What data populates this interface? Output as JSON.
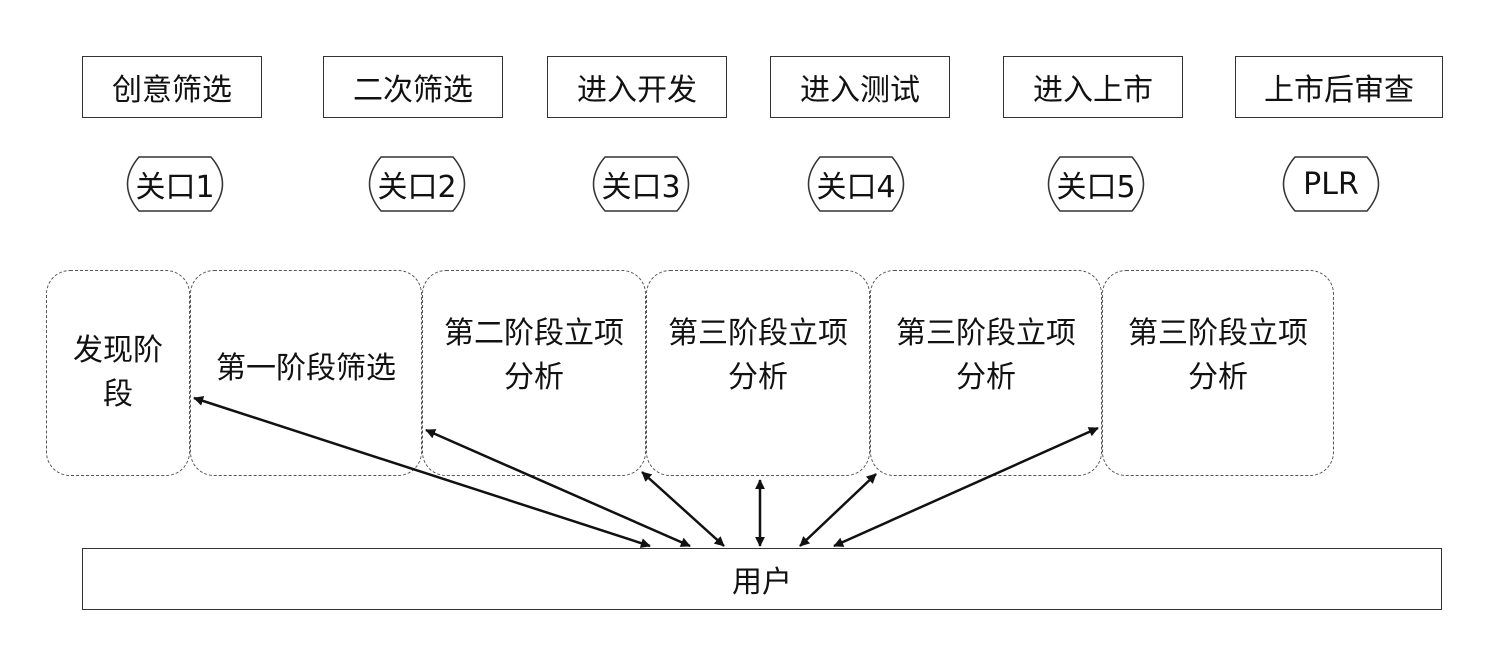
{
  "stages": [
    {
      "label": "创意筛选"
    },
    {
      "label": "二次筛选"
    },
    {
      "label": "进入开发"
    },
    {
      "label": "进入测试"
    },
    {
      "label": "进入上市"
    },
    {
      "label": "上市后审查"
    }
  ],
  "gates": [
    {
      "label": "关口1"
    },
    {
      "label": "关口2"
    },
    {
      "label": "关口3"
    },
    {
      "label": "关口4"
    },
    {
      "label": "关口5"
    },
    {
      "label": "PLR"
    }
  ],
  "phases": [
    {
      "label": "发现阶\n段"
    },
    {
      "label": "第一阶段筛选"
    },
    {
      "label": "第二阶段立项\n分析"
    },
    {
      "label": "第三阶段立项\n分析"
    },
    {
      "label": "第三阶段立项\n分析"
    },
    {
      "label": "第三阶段立项\n分析"
    }
  ],
  "user": {
    "label": "用户"
  }
}
